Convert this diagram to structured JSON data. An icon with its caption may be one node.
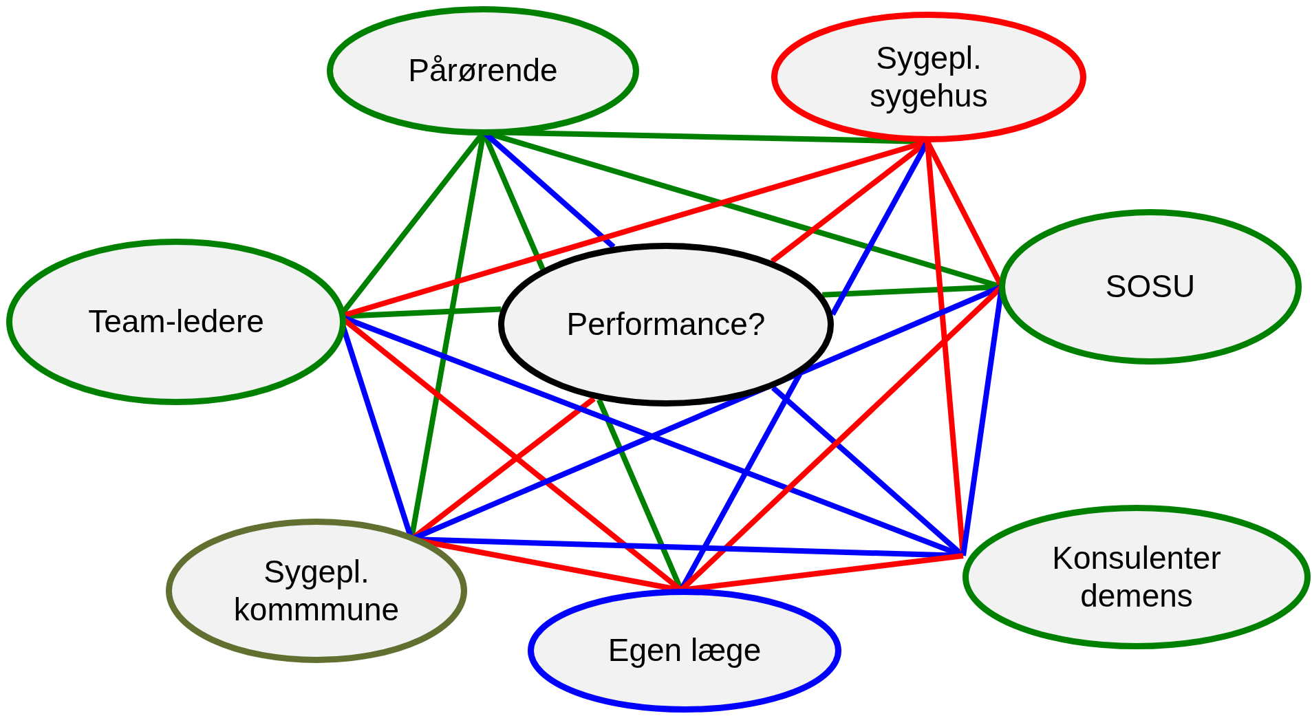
{
  "diagram": {
    "nodes": [
      {
        "text": [
          "Pårørende"
        ]
      },
      {
        "text": [
          "Sygepl. sygehus"
        ]
      },
      {
        "text": [
          "Team-ledere"
        ]
      },
      {
        "text": [
          "Performance?"
        ]
      },
      {
        "text": [
          "SOSU"
        ]
      },
      {
        "text": [
          "Sygepl. kommmune"
        ]
      },
      {
        "text": [
          "Egen læge"
        ]
      },
      {
        "text": [
          "Konsulenter demens"
        ]
      }
    ],
    "edges": [
      {
        "from": 0,
        "to": 1,
        "arrow": "none",
        "color": "#008000"
      },
      {
        "from": 0,
        "to": 2,
        "arrow": "none",
        "color": "#008000"
      },
      {
        "from": 0,
        "to": 5,
        "arrow": "none",
        "color": "#008000"
      },
      {
        "from": 0,
        "to": 3,
        "arrow": "none",
        "color": "#008000"
      },
      {
        "from": 3,
        "to": 6,
        "arrow": "none",
        "color": "#008000"
      },
      {
        "from": 0,
        "to": 4,
        "arrow": "none",
        "color": "#008000"
      },
      {
        "from": 0,
        "to": 3,
        "arrow": "none",
        "color": "#0000ff"
      },
      {
        "from": 3,
        "to": 7,
        "arrow": "none",
        "color": "#0000ff"
      },
      {
        "from": 2,
        "to": 3,
        "arrow": "none",
        "color": "#008000"
      },
      {
        "from": 3,
        "to": 4,
        "arrow": "none",
        "color": "#008000"
      },
      {
        "from": 2,
        "to": 1,
        "arrow": "none",
        "color": "#ff0000"
      },
      {
        "from": 1,
        "to": 3,
        "arrow": "none",
        "color": "#ff0000"
      },
      {
        "from": 3,
        "to": 5,
        "arrow": "none",
        "color": "#ff0000"
      },
      {
        "from": 1,
        "to": 3,
        "arrow": "none",
        "color": "#0000ff"
      },
      {
        "from": 3,
        "to": 6,
        "arrow": "none",
        "color": "#0000ff"
      },
      {
        "from": 1,
        "to": 4,
        "arrow": "none",
        "color": "#ff0000"
      },
      {
        "from": 1,
        "to": 7,
        "arrow": "none",
        "color": "#ff0000"
      },
      {
        "from": 2,
        "to": 5,
        "arrow": "none",
        "color": "#0000ff"
      },
      {
        "from": 2,
        "to": 7,
        "arrow": "none",
        "color": "#0000ff"
      },
      {
        "from": 2,
        "to": 6,
        "arrow": "none",
        "color": "#ff0000"
      },
      {
        "from": 4,
        "to": 5,
        "arrow": "none",
        "color": "#0000ff"
      },
      {
        "from": 4,
        "to": 6,
        "arrow": "none",
        "color": "#ff0000"
      },
      {
        "from": 4,
        "to": 7,
        "arrow": "none",
        "color": "#0000ff"
      },
      {
        "from": 5,
        "to": 7,
        "arrow": "none",
        "color": "#0000ff"
      },
      {
        "from": 5,
        "to": 6,
        "arrow": "none",
        "color": "#ff0000"
      },
      {
        "from": 6,
        "to": 7,
        "arrow": "none",
        "color": "#ff0000"
      }
    ]
  }
}
